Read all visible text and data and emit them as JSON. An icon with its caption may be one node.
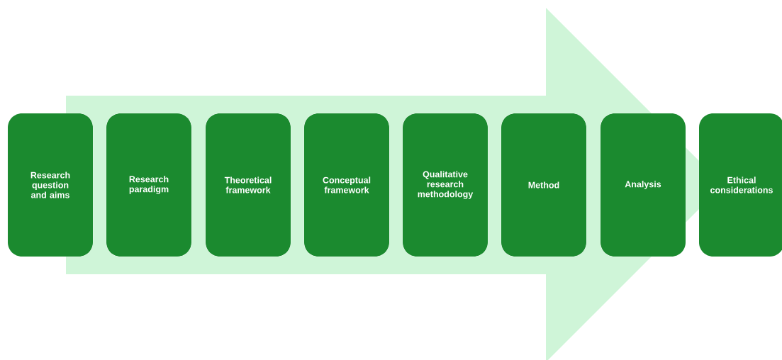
{
  "diagram": {
    "nodes": [
      {
        "text": [
          "Research question and aims"
        ]
      },
      {
        "text": [
          "Research paradigm"
        ]
      },
      {
        "text": [
          "Theoretical framework"
        ]
      },
      {
        "text": [
          "Conceptual framework"
        ]
      },
      {
        "text": [
          "Qualitative research methodology"
        ]
      },
      {
        "text": [
          "Method"
        ]
      },
      {
        "text": [
          "Analysis"
        ]
      },
      {
        "text": [
          "Ethical considerations"
        ]
      }
    ],
    "edges": [
      {
        "from": 0,
        "to": 7,
        "arrow": "to"
      }
    ]
  }
}
